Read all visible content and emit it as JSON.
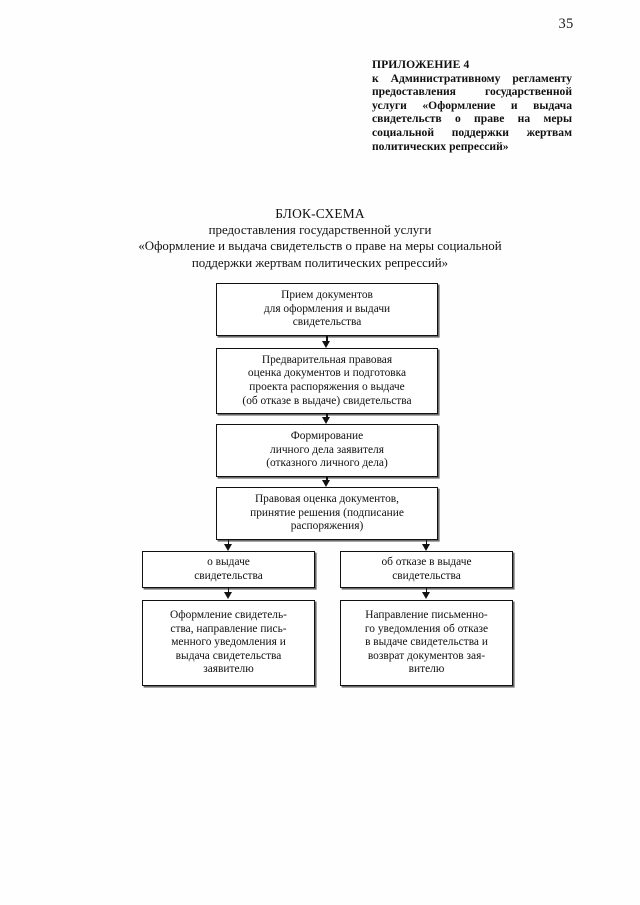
{
  "page": {
    "number": "35"
  },
  "appendix": {
    "heading": "ПРИЛОЖЕНИЕ 4",
    "body": "к Административному регламенту предоставления государственной услуги «Оформление и выдача свидетельств о праве на меры социальной поддержки жертвам политических репрессий»"
  },
  "title": {
    "main": "БЛОК-СХЕМА",
    "line1": "предоставления государственной услуги",
    "line2": "«Оформление и выдача свидетельств о праве на меры социальной",
    "line3": "поддержки жертвам политических репрессий»"
  },
  "flowchart": {
    "nodes": [
      {
        "id": "node-1",
        "text": "Прием документов\nдля оформления и выдачи\nсвидетельства"
      },
      {
        "id": "node-2",
        "text": "Предварительная правовая\nоценка документов и подготовка\nпроекта распоряжения о выдаче\n(об отказе в выдаче) свидетельства"
      },
      {
        "id": "node-3",
        "text": "Формирование\nличного дела заявителя\n(отказного личного дела)"
      },
      {
        "id": "node-4",
        "text": "Правовая оценка документов,\nпринятие решения (подписание\nраспоряжения)"
      },
      {
        "id": "node-5",
        "text": "о выдаче\nсвидетельства"
      },
      {
        "id": "node-6",
        "text": "об отказе в выдаче\nсвидетельства"
      },
      {
        "id": "node-7",
        "text": "Оформление свидетель-\nства, направление пись-\nменного уведомления и\nвыдача свидетельства\nзаявителю"
      },
      {
        "id": "node-8",
        "text": "Направление письменно-\nго уведомления об отказе\nв выдаче свидетельства и\nвозврат документов зая-\nвителю"
      }
    ]
  }
}
